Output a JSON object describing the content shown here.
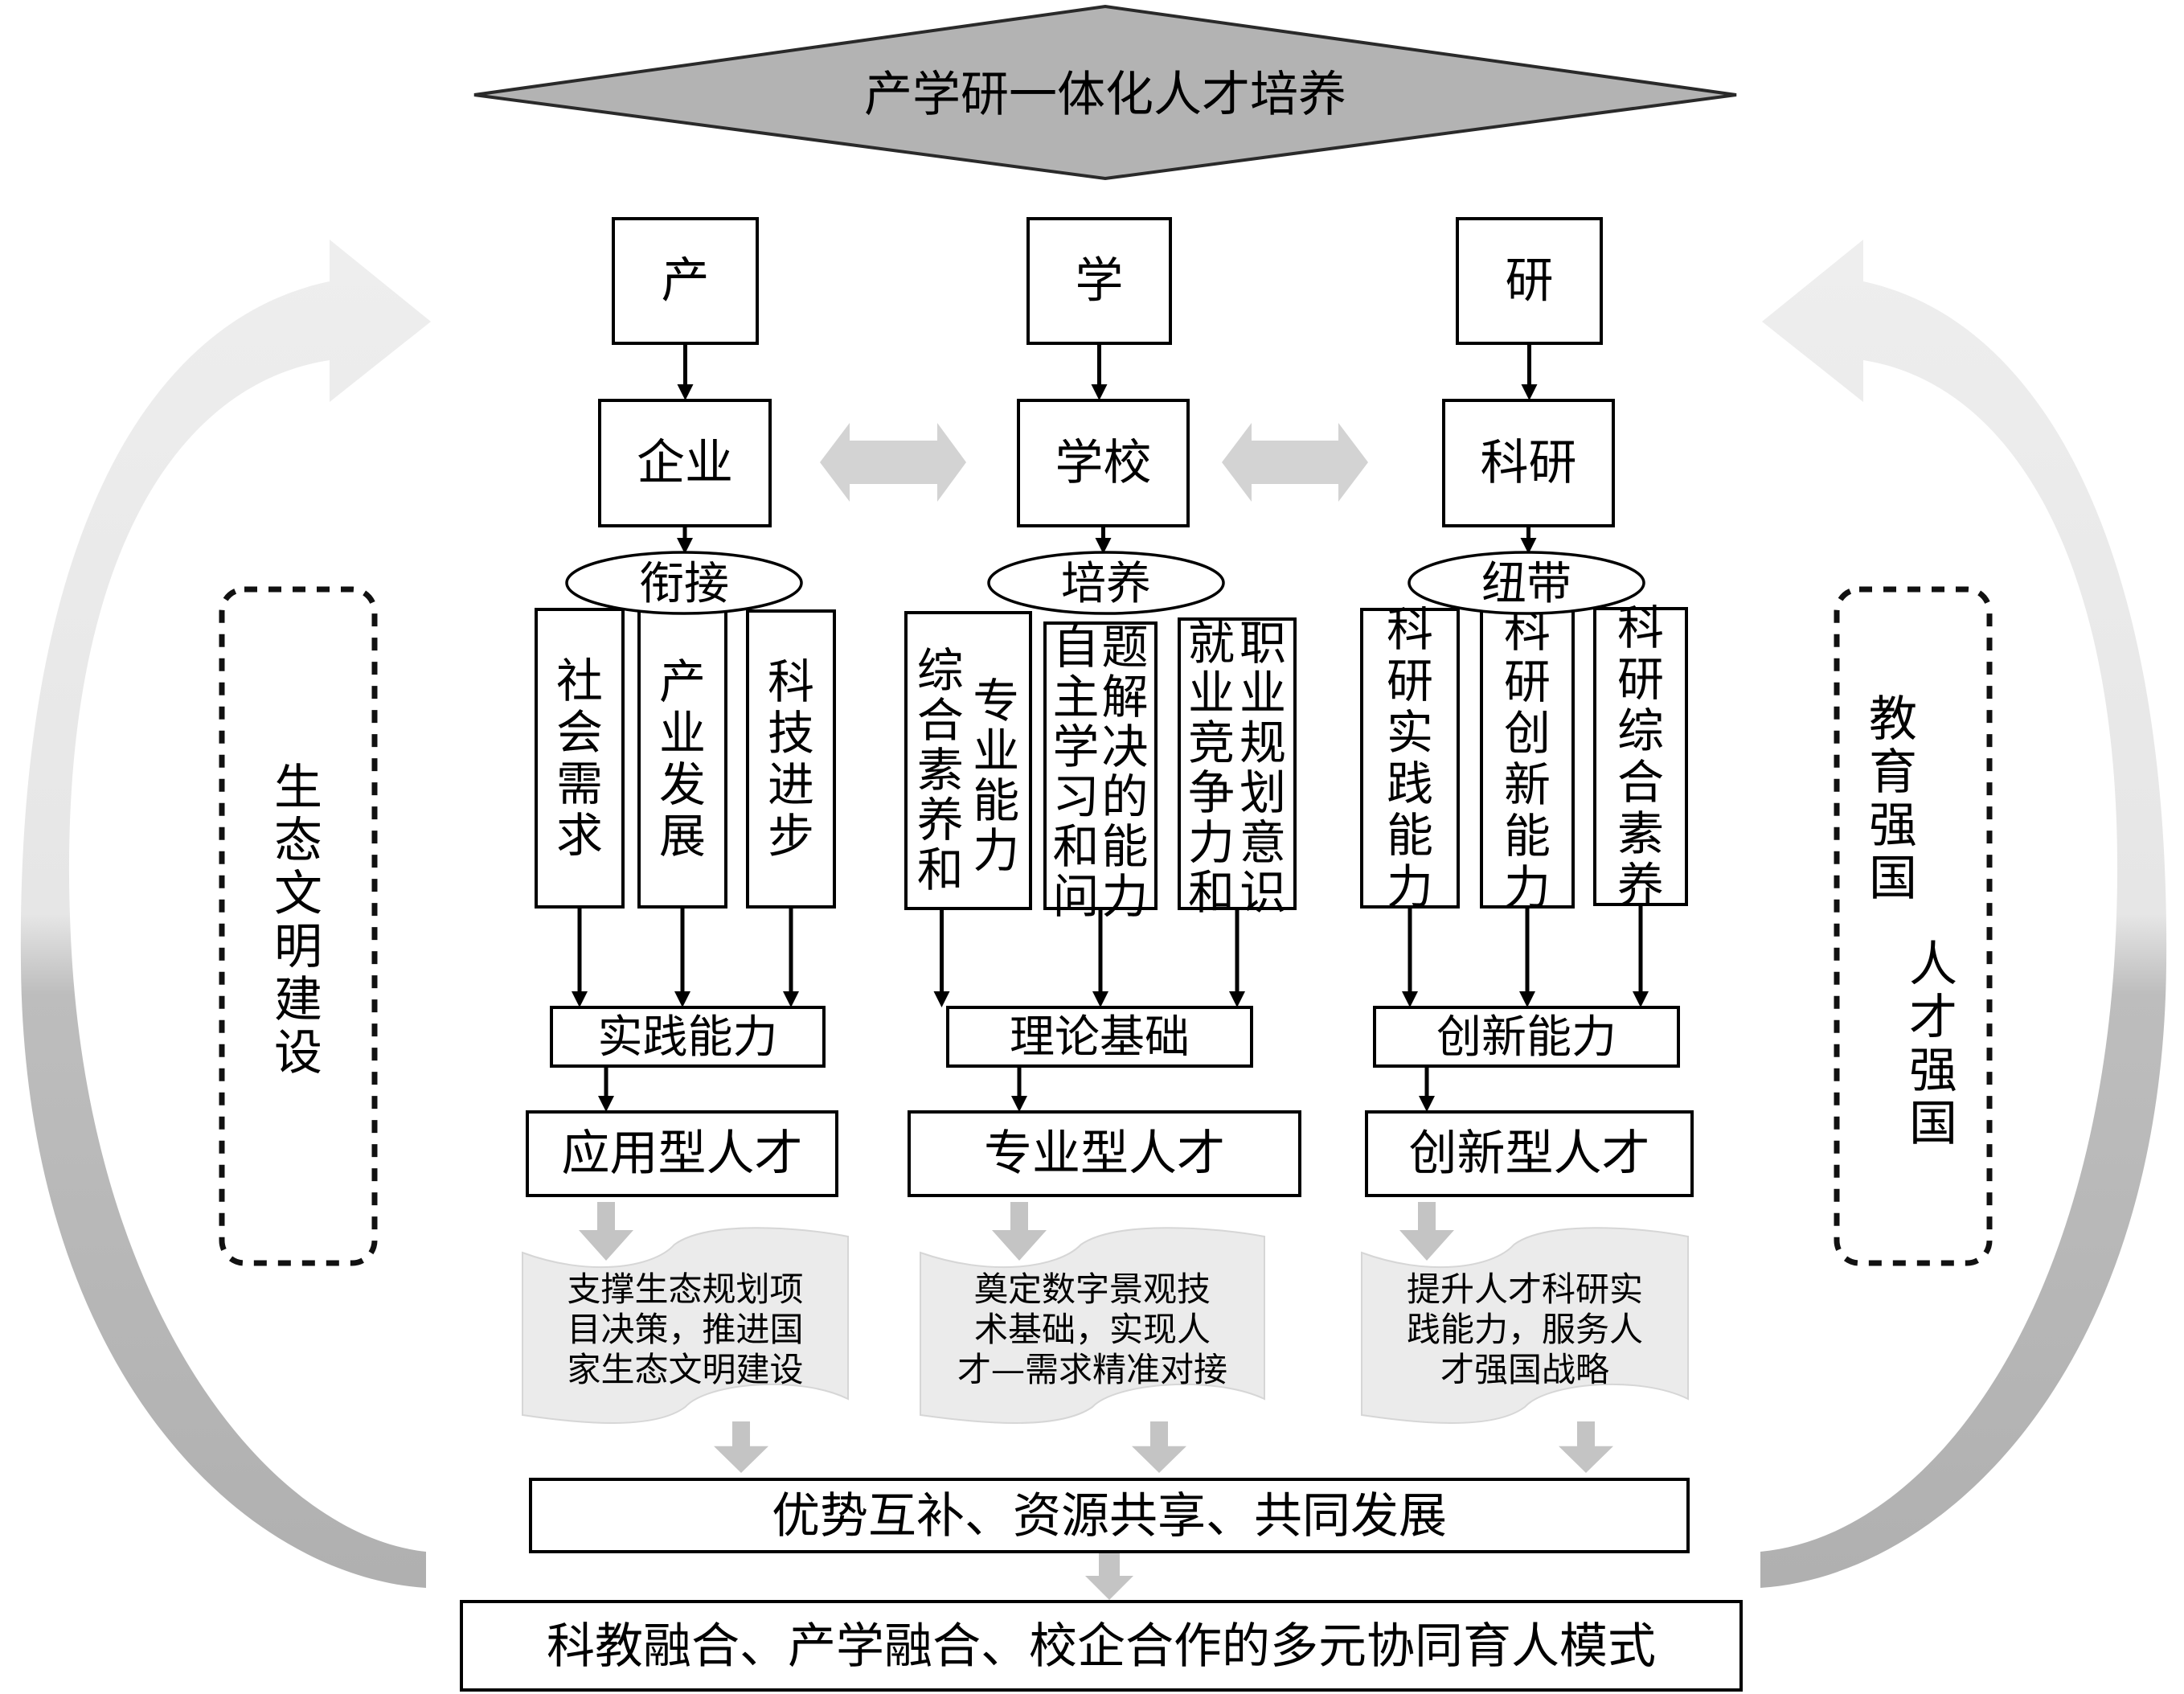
{
  "title": "产学研一体化人才培养",
  "pillars": [
    {
      "top": "产",
      "entity": "企业",
      "link": "衔接",
      "factors": [
        {
          "lines": [
            "社会需求"
          ]
        },
        {
          "lines": [
            "产业发展"
          ]
        },
        {
          "lines": [
            "科技进步"
          ]
        }
      ],
      "ability": "实践能力",
      "talent": "应用型人才",
      "outcome": [
        "支撑生态规划项",
        "目决策，推进国",
        "家生态文明建设"
      ]
    },
    {
      "top": "学",
      "entity": "学校",
      "link": "培养",
      "factors": [
        {
          "lines": [
            "综合素养和",
            "专业能力"
          ]
        },
        {
          "lines": [
            "自主学习和问",
            "题解决的能力"
          ]
        },
        {
          "lines": [
            "就业竞争力和",
            "职业规划意识"
          ]
        }
      ],
      "ability": "理论基础",
      "talent": "专业型人才",
      "outcome": [
        "奠定数字景观技",
        "术基础，实现人",
        "才—需求精准对接"
      ]
    },
    {
      "top": "研",
      "entity": "科研",
      "link": "纽带",
      "factors": [
        {
          "lines": [
            "科研实践能力"
          ]
        },
        {
          "lines": [
            "科研创新能力"
          ]
        },
        {
          "lines": [
            "科研综合素养"
          ]
        }
      ],
      "ability": "创新能力",
      "talent": "创新型人才",
      "outcome": [
        "提升人才科研实",
        "践能力，服务人",
        "才强国战略"
      ]
    }
  ],
  "left_side": {
    "label": "生态文明建设"
  },
  "right_side": {
    "label_columns": [
      "教育强国",
      "人才强国"
    ]
  },
  "synergy": "优势互补、资源共享、共同发展",
  "result": "科教融合、产学融合、校企合作的多元协同育人模式",
  "colors": {
    "diamond_fill": "#b3b3b3",
    "scroll_fill": "#ebebeb",
    "arrow_gray": "#c4c4c4",
    "arc_light": "#ececec",
    "arc_dark": "#b4b4b4"
  }
}
